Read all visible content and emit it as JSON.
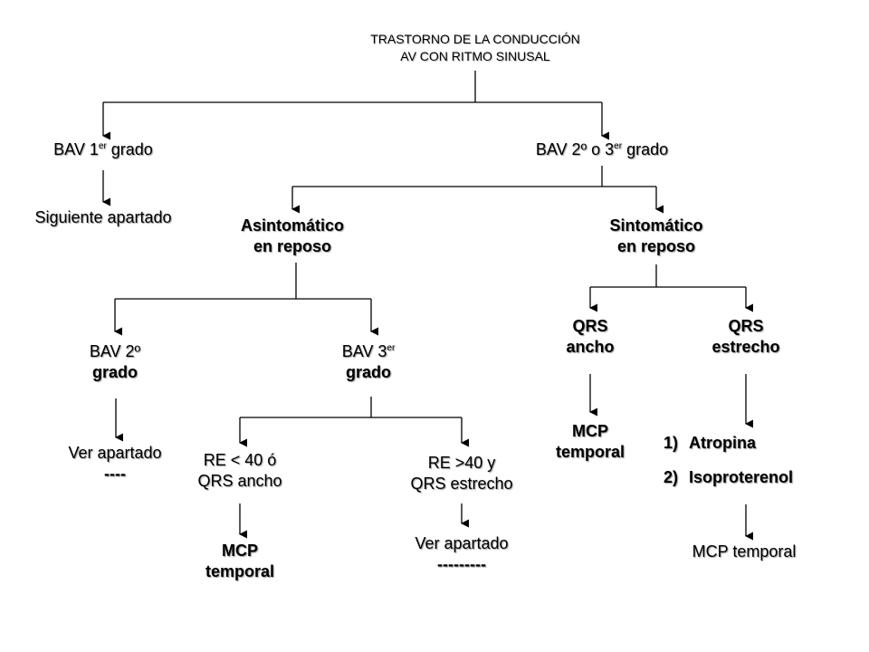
{
  "root": {
    "line1": "TRASTORNO DE LA CONDUCCIÓN",
    "line2": "AV CON RITMO SINUSAL"
  },
  "bav1": {
    "text": "BAV 1",
    "sup": "er",
    "after": " grado"
  },
  "siguiente": {
    "text": "Siguiente apartado"
  },
  "bav23": {
    "text1": "BAV 2º o 3",
    "sup": "er",
    "after": " grado"
  },
  "asintomatico": {
    "line1": "Asintomático",
    "line2": "en reposo"
  },
  "sintomatico": {
    "line1": "Sintomático",
    "line2": "en reposo"
  },
  "bav2": {
    "line1": "BAV 2º",
    "line2": "grado"
  },
  "bav3": {
    "line1": "BAV 3",
    "sup": "er",
    "line2": "grado"
  },
  "qrs_ancho": {
    "line1": "QRS",
    "line2": "ancho"
  },
  "qrs_estrecho": {
    "line1": "QRS",
    "line2": "estrecho"
  },
  "ver_apartado_1": {
    "line1": "Ver apartado",
    "line2": "----"
  },
  "re_lt40": {
    "line1": "RE < 40 ó",
    "line2": "QRS ancho"
  },
  "re_gt40": {
    "line1": "RE  >40 y",
    "line2": "QRS estrecho"
  },
  "mcp_1": {
    "line1": "MCP",
    "line2": "temporal"
  },
  "mcp_2": {
    "line1": "MCP",
    "line2": "temporal"
  },
  "ver_apartado_2": {
    "line1": "Ver apartado",
    "line2": "---------"
  },
  "treatment_list": [
    {
      "num": "1)",
      "label": "Atropina"
    },
    {
      "num": "2)",
      "label": "Isoproterenol"
    }
  ],
  "mcp_temporal": {
    "text": "MCP temporal"
  }
}
